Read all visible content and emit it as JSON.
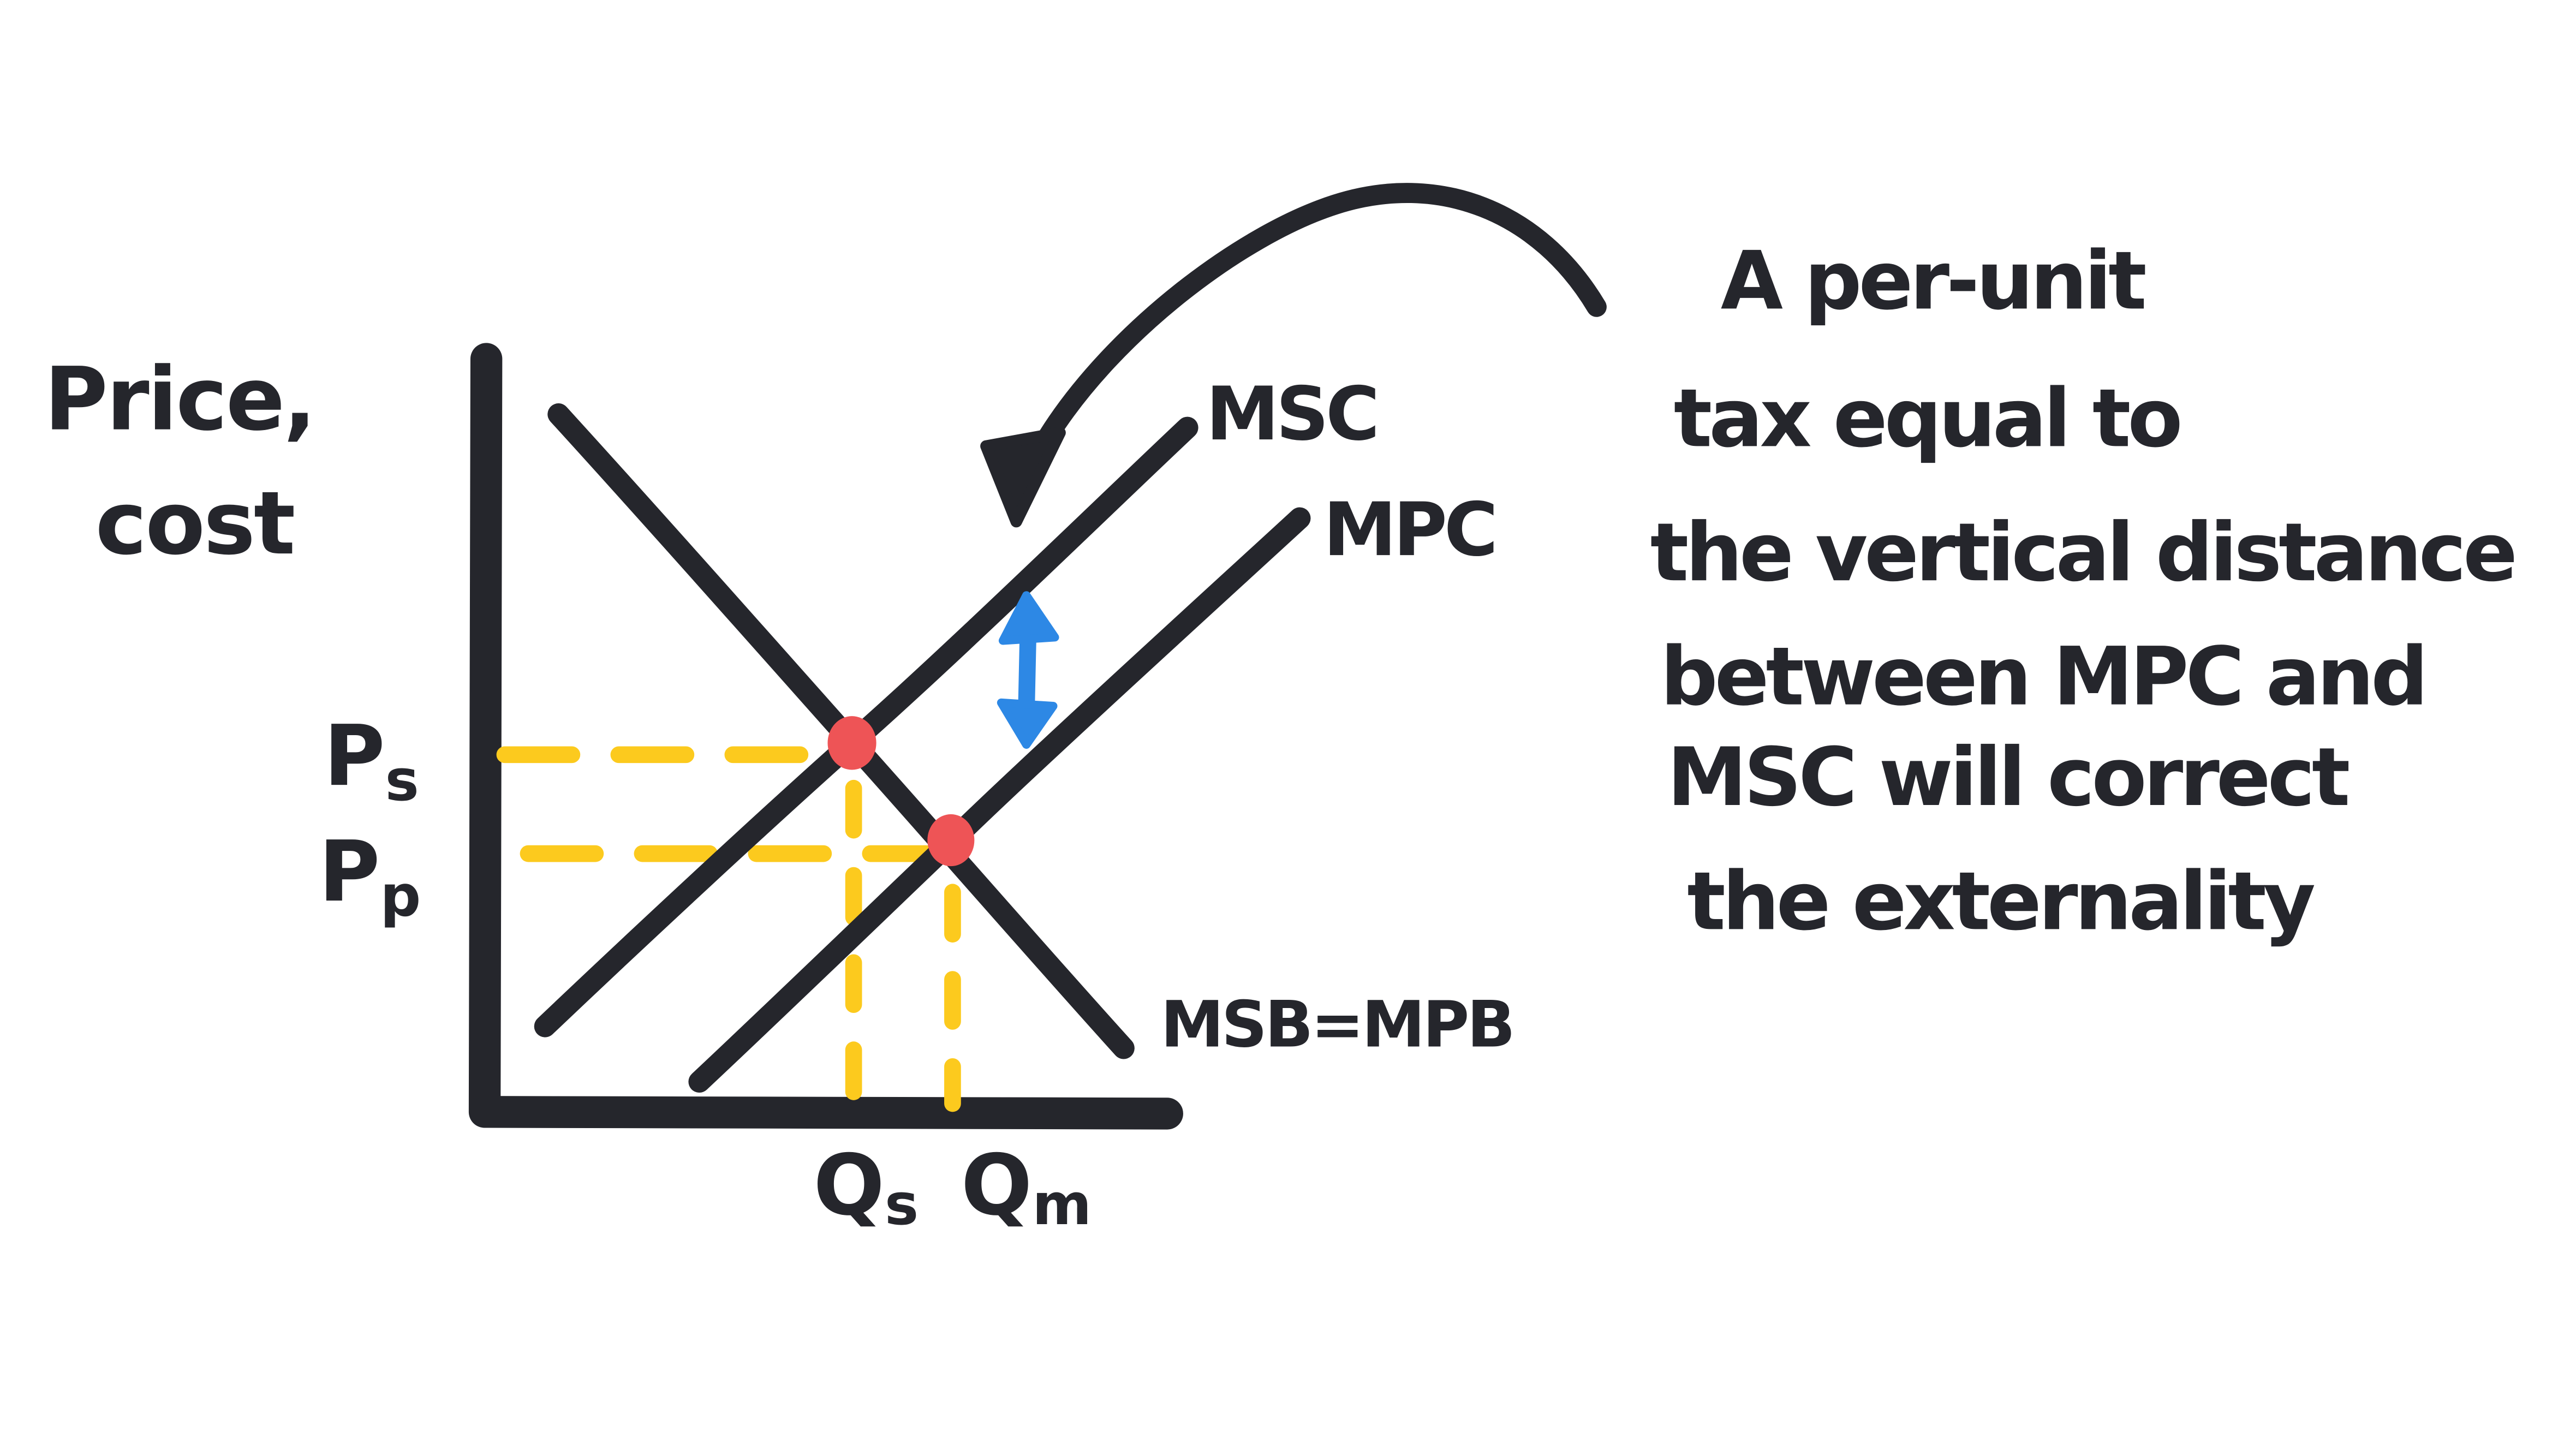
{
  "colors": {
    "ink": "#25262c",
    "equilibrium_dot_red": "#ee5456",
    "guide_dash_yellow": "#fcca1e",
    "tax_gap_arrow_blue": "#2d88e5",
    "background": "#ffffff"
  },
  "axes": {
    "y_axis_title_line1": "Price,",
    "y_axis_title_line2": "cost"
  },
  "price_labels": {
    "social": {
      "main": "P",
      "sub": "s"
    },
    "private": {
      "main": "P",
      "sub": "p"
    }
  },
  "quantity_labels": {
    "social": {
      "main": "Q",
      "sub": "s"
    },
    "market": {
      "main": "Q",
      "sub": "m"
    }
  },
  "curve_labels": {
    "msc": "MSC",
    "mpc": "MPC",
    "msb_mpb": "MSB=MPB"
  },
  "annotation": {
    "lines": [
      "A per-unit",
      "tax equal to",
      "the vertical distance",
      "between MPC and",
      "MSC will correct",
      "the externality"
    ]
  },
  "icons": {
    "tax_gap_arrow": "vertical-double-arrow",
    "callout_arrow": "curved-arrow-pointing-to-gap"
  }
}
